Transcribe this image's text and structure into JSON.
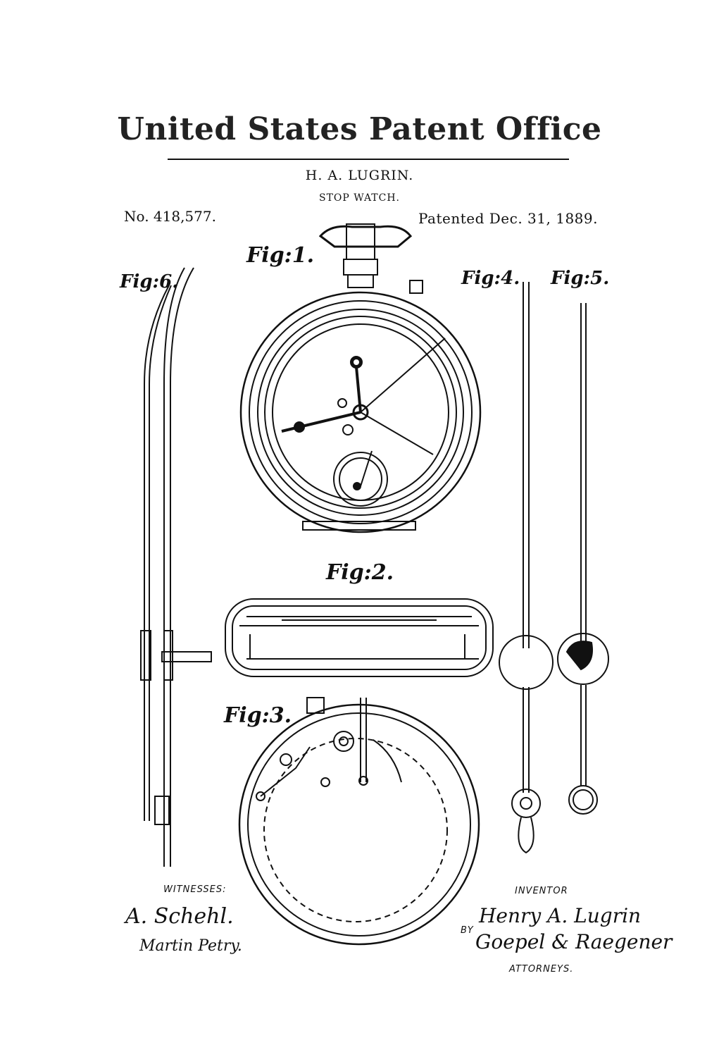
{
  "header": {
    "office": "United States Patent Office",
    "inventor": "H. A. LUGRIN.",
    "subject": "STOP WATCH.",
    "patent_no": "No. 418,577.",
    "patent_date": "Patented Dec. 31, 1889."
  },
  "figures": {
    "fig1": "Fig:1.",
    "fig2": "Fig:2.",
    "fig3": "Fig:3.",
    "fig4": "Fig:4.",
    "fig5": "Fig:5.",
    "fig6": "Fig:6."
  },
  "footer": {
    "witnesses_label": "WITNESSES:",
    "witness1": "A. Schehl.",
    "witness2": "Martin Petry.",
    "inventor_label": "INVENTOR",
    "inventor_signature": "Henry A. Lugrin",
    "by_label": "BY",
    "attorneys_signature": "Goepel & Raegener",
    "attorneys_label": "ATTORNEYS."
  },
  "stroke_color": "#111111"
}
